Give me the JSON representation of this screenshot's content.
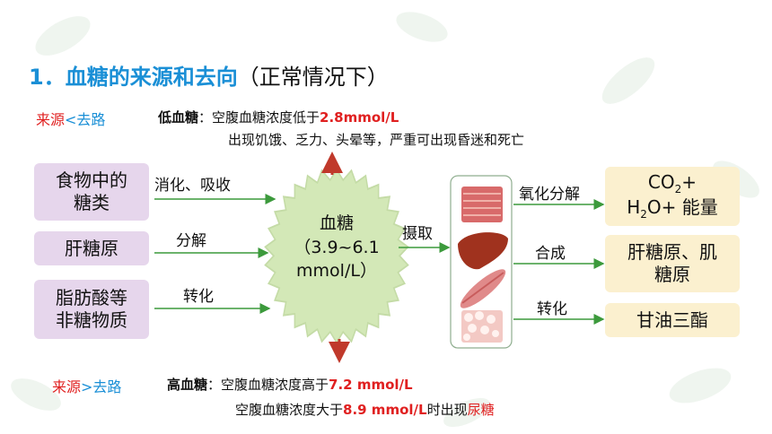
{
  "title": {
    "main": "1．血糖的来源和去向",
    "paren": "（正常情况下）"
  },
  "legend_top": {
    "source": "来源",
    "symbol": "<",
    "sink": "去路"
  },
  "legend_bottom": {
    "source": "来源",
    "symbol": ">",
    "sink": "去路"
  },
  "low": {
    "term": "低血糖",
    "line1_prefix": "：空腹血糖浓度低于",
    "line1_value": "2.8mmol/L",
    "line2": "出现饥饿、乏力、头晕等，严重可出现昏迷和死亡"
  },
  "high": {
    "term": "高血糖",
    "line1_prefix": "：空腹血糖浓度高于",
    "line1_value": "7.2 mmol/L",
    "line2_prefix": "空腹血糖浓度大于",
    "line2_value": "8.9 mmol/L",
    "line2_mid": "时出现",
    "line2_end": "尿糖"
  },
  "sources": [
    {
      "line1": "食物中的",
      "line2": "糖类",
      "arrow": "消化、吸收"
    },
    {
      "line1": "肝糖原",
      "line2": "",
      "arrow": "分解"
    },
    {
      "line1": "脂肪酸等",
      "line2": "非糖物质",
      "arrow": "转化"
    }
  ],
  "center": {
    "name": "血糖",
    "range": "（3.9~6.1",
    "unit": "mmol/L）"
  },
  "uptake": "摄取",
  "outputs": [
    {
      "arrow": "氧化分解",
      "line1_co": "CO",
      "line1_sub": "2",
      "line1_plus": "+",
      "line2_h": "H",
      "line2_sub": "2",
      "line2_rest": "O+ 能量"
    },
    {
      "arrow": "合成",
      "line1": "肝糖原、肌",
      "line2": "糖原"
    },
    {
      "arrow": "转化",
      "line1": "甘油三酯"
    }
  ],
  "colors": {
    "title": "#1a8fd6",
    "red": "#e02020",
    "source_box": "#e6d6ec",
    "output_box": "#fbf0cf",
    "circle": "#d3e8b7",
    "arrow": "#3c9a3c"
  }
}
